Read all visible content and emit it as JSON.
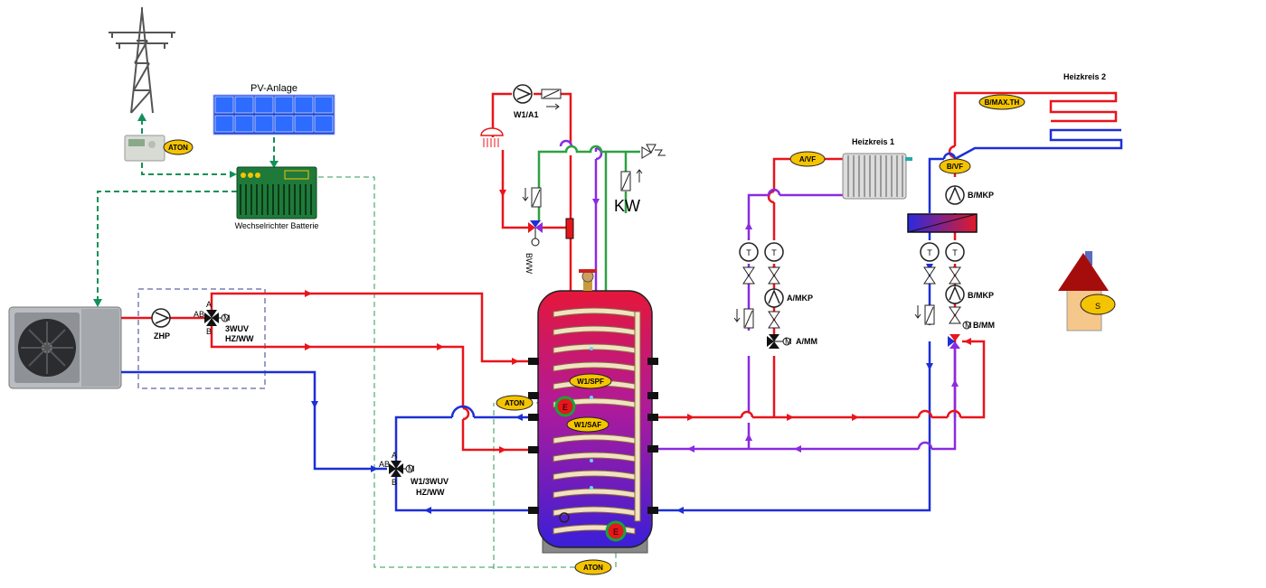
{
  "colors": {
    "hot": "#e8151b",
    "cold": "#1d2fd6",
    "return": "#8a2be2",
    "tap": "#2ea043",
    "signal": "#12905a",
    "badge": "#f5c400"
  },
  "labels": {
    "pv": "PV-Anlage",
    "inverter": "Wechselrichter Batterie",
    "zhp": "ZHP",
    "wuv1": "3WUV",
    "wuv1b": "HZ/WW",
    "wuv2": "W1/3WUV",
    "wuv2b": "HZ/WW",
    "w1a1": "W1/A1",
    "kw": "KW",
    "hk1": "Heizkreis 1",
    "hk2": "Heizkreis 2",
    "amkp": "A/MKP",
    "amm": "A/MM",
    "bmkp_top": "B/MKP",
    "bmkp": "B/MKP",
    "bmm": "B/MM",
    "ab1": "AB",
    "a1": "A",
    "b1": "B",
    "ab2": "AB",
    "a2": "A",
    "b2": "B",
    "m": "M",
    "t": "T",
    "e": "E",
    "s": "S",
    "bww": "BWW"
  },
  "badges": {
    "aton1": "ATON",
    "aton2": "ATON",
    "aton3": "ATON",
    "spf": "W1/SPF",
    "saf": "W1/SAF",
    "avf": "A/VF",
    "bvf": "B/VF",
    "bmaxth": "B/MAX.TH"
  },
  "icons": [
    "power-pylon-icon",
    "solar-panel-icon",
    "inverter-icon",
    "heat-pump-icon",
    "house-icon",
    "pump-icon",
    "mixing-valve-icon",
    "radiator-icon",
    "thermometer-icon",
    "heat-exchanger-icon",
    "safety-valve-icon",
    "shower-icon"
  ]
}
